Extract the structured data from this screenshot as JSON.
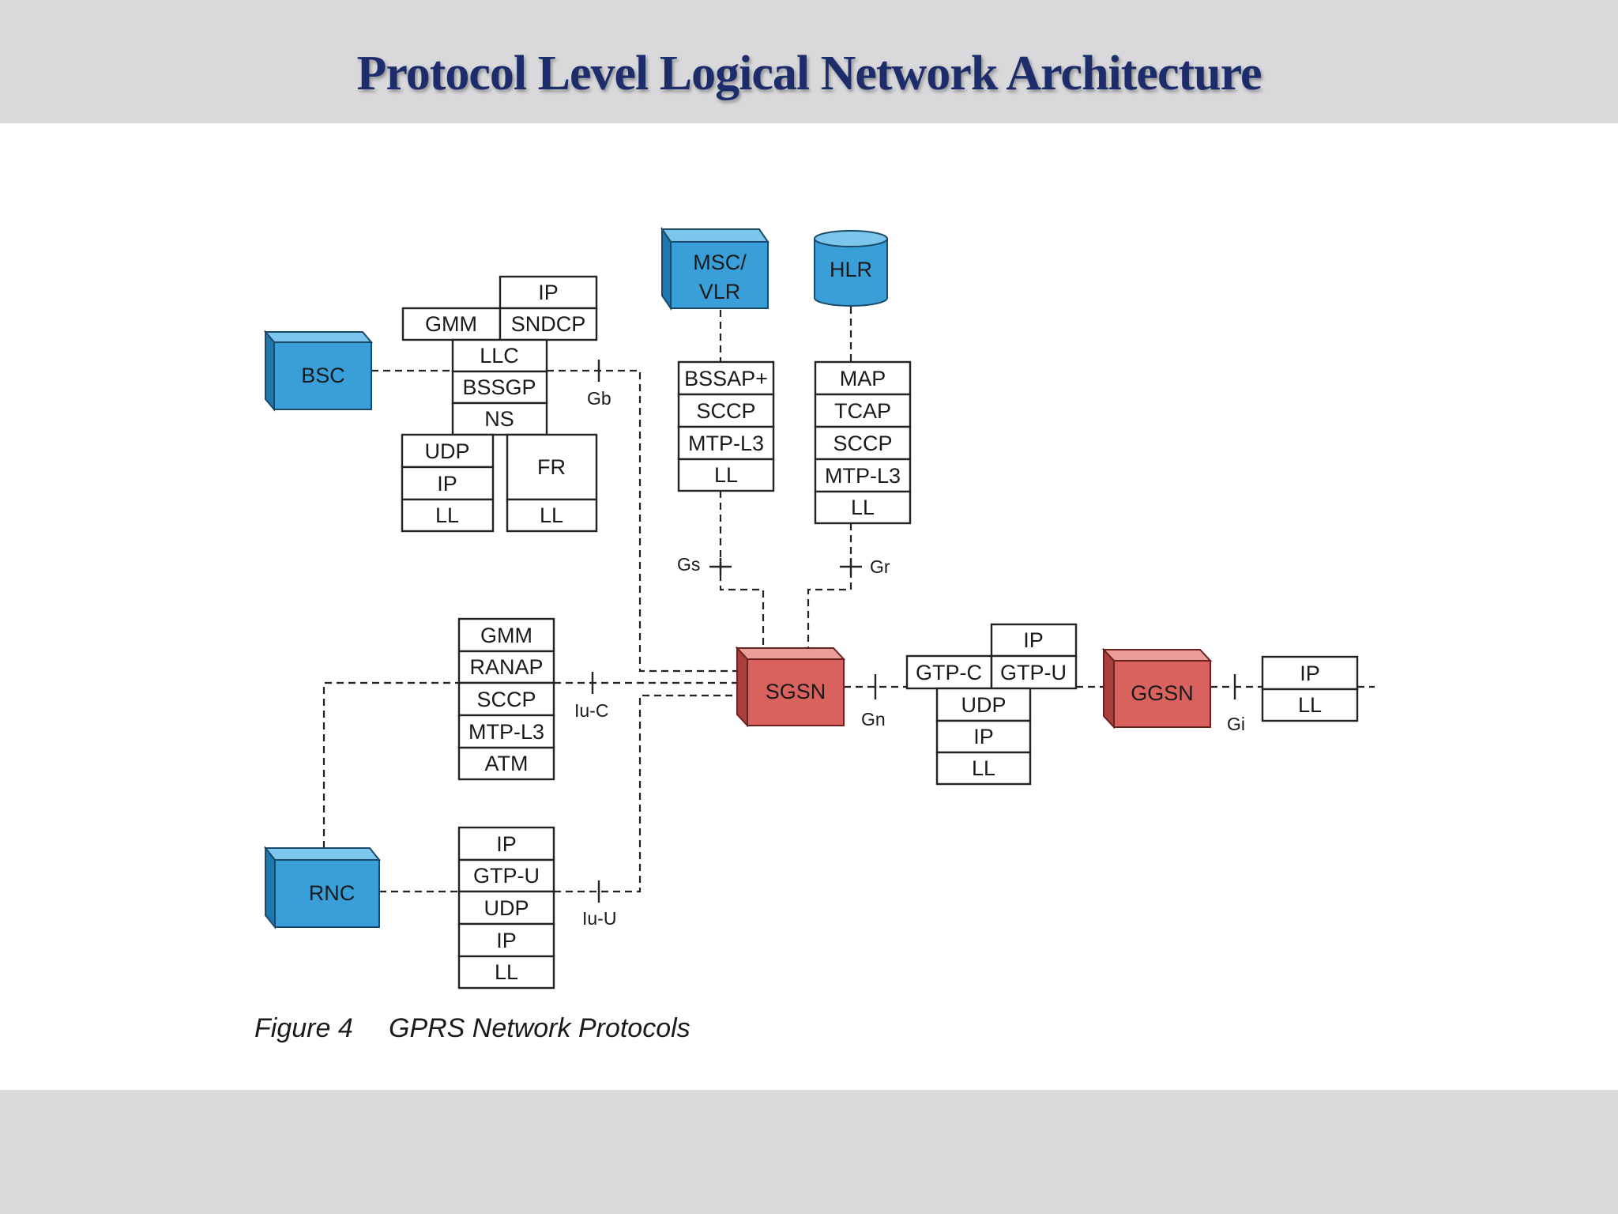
{
  "title": "Protocol Level Logical Network Architecture",
  "nodes": {
    "bsc": "BSC",
    "msc_line1": "MSC/",
    "msc_line2": "VLR",
    "hlr": "HLR",
    "sgsn": "SGSN",
    "ggsn": "GGSN",
    "rnc": "RNC"
  },
  "stacks": {
    "gb": {
      "ip": "IP",
      "gmm": "GMM",
      "sndcp": "SNDCP",
      "llc": "LLC",
      "bssgp": "BSSGP",
      "ns": "NS",
      "udp": "UDP",
      "ip2": "IP",
      "ll_left": "LL",
      "fr": "FR",
      "ll_right": "LL"
    },
    "gs": [
      "BSSAP+",
      "SCCP",
      "MTP-L3",
      "LL"
    ],
    "gr": [
      "MAP",
      "TCAP",
      "SCCP",
      "MTP-L3",
      "LL"
    ],
    "iuc": [
      "GMM",
      "RANAP",
      "SCCP",
      "MTP-L3",
      "ATM"
    ],
    "iuu": [
      "IP",
      "GTP-U",
      "UDP",
      "IP",
      "LL"
    ],
    "gn": {
      "ip": "IP",
      "gtpc": "GTP-C",
      "gtpu": "GTP-U",
      "udp": "UDP",
      "ip2": "IP",
      "ll": "LL"
    },
    "gi": [
      "IP",
      "LL"
    ]
  },
  "interfaces": {
    "gb": "Gb",
    "gs": "Gs",
    "gr": "Gr",
    "iuc": "Iu-C",
    "iuu": "Iu-U",
    "gn": "Gn",
    "gi": "Gi"
  },
  "caption": {
    "figure": "Figure 4",
    "text": "GPRS Network Protocols"
  },
  "colors": {
    "blue_front": "#3a9fd8",
    "blue_top": "#7cc6ee",
    "blue_side": "#1f78ad",
    "red_front": "#d9625e",
    "red_top": "#eb9d99",
    "red_side": "#a8403d",
    "title": "#1d2c6b",
    "band": "#d9d9db"
  }
}
